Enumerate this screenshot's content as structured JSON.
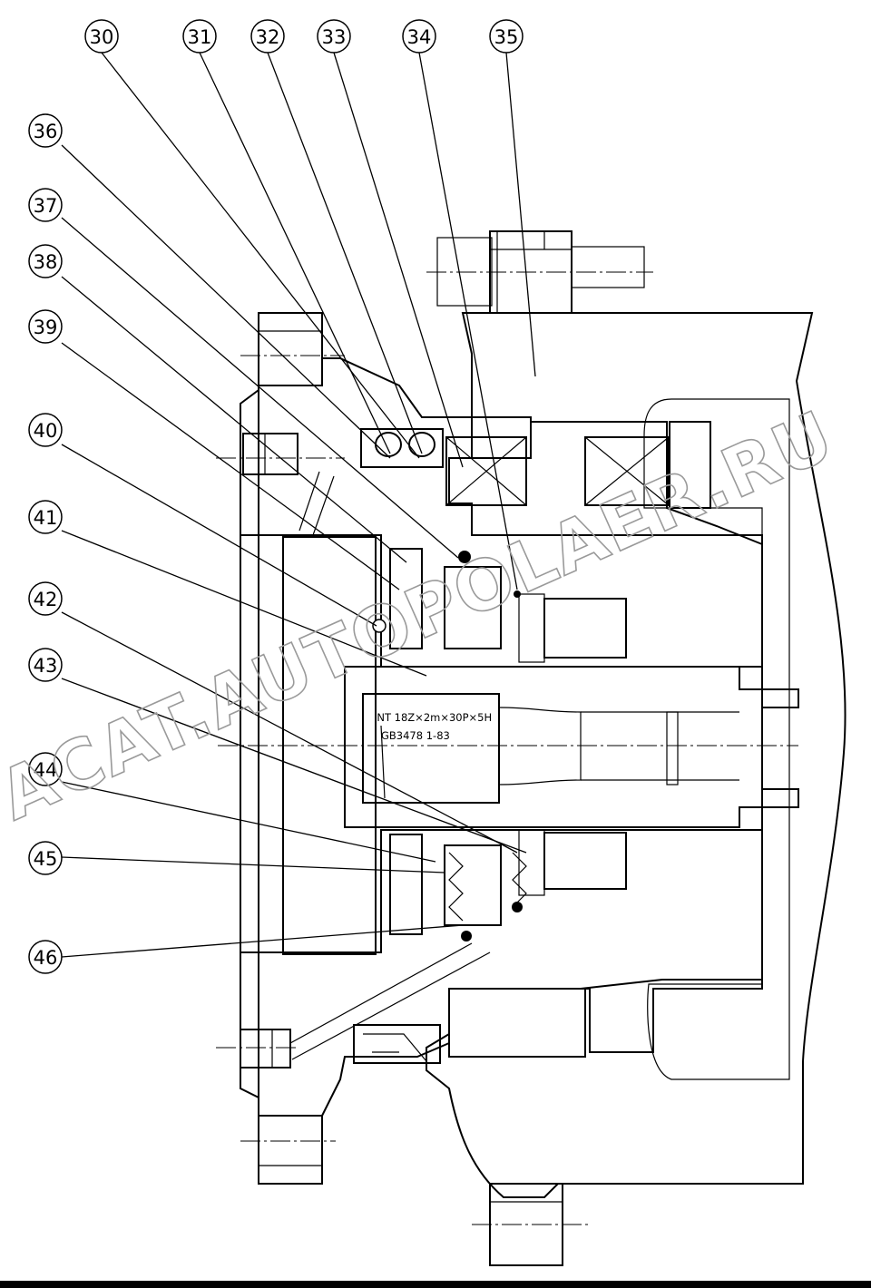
{
  "callouts": [
    {
      "id": "30"
    },
    {
      "id": "31"
    },
    {
      "id": "32"
    },
    {
      "id": "33"
    },
    {
      "id": "34"
    },
    {
      "id": "35"
    },
    {
      "id": "36"
    },
    {
      "id": "37"
    },
    {
      "id": "38"
    },
    {
      "id": "39"
    },
    {
      "id": "40"
    },
    {
      "id": "41"
    },
    {
      "id": "42"
    },
    {
      "id": "43"
    },
    {
      "id": "44"
    },
    {
      "id": "45"
    },
    {
      "id": "46"
    }
  ],
  "spline_spec": {
    "line1": "INT 18Z×2m×30P×5H",
    "line2": "GB3478 1-83"
  },
  "watermark": "ACAT.AUTOPOLAER.RU"
}
